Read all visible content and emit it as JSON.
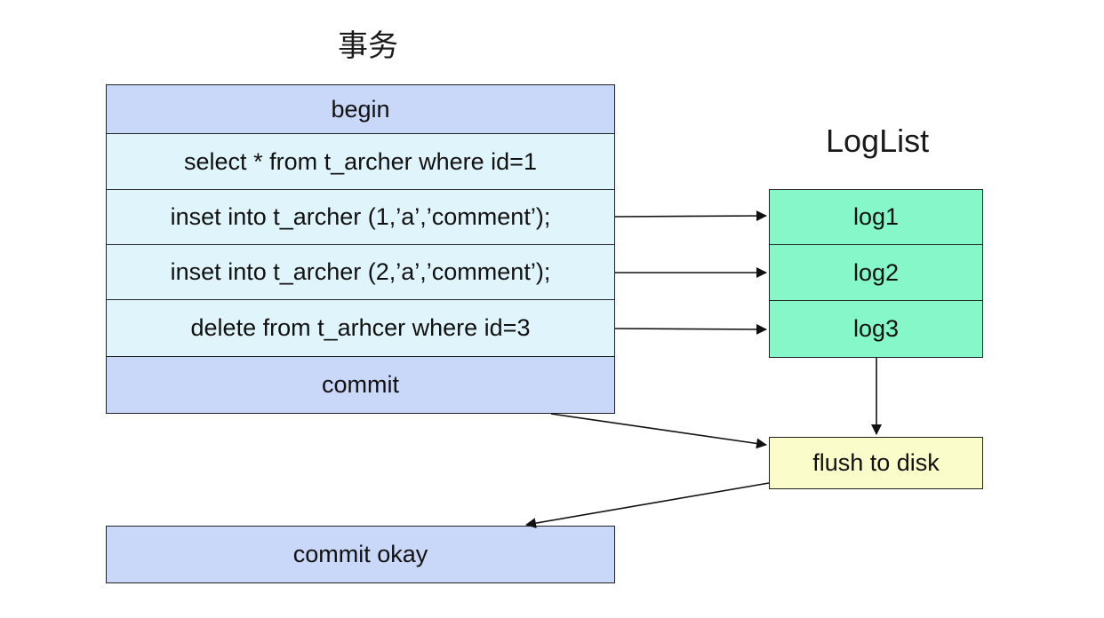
{
  "transaction": {
    "title": "事务",
    "rows": [
      "begin",
      "select * from t_archer where id=1",
      "inset into t_archer (1,’a’,’comment’);",
      "inset into t_archer (2,’a’,’comment’);",
      "delete from t_arhcer where id=3",
      "commit"
    ]
  },
  "loglist": {
    "title": "LogList",
    "items": [
      "log1",
      "log2",
      "log3"
    ]
  },
  "flush": {
    "label": "flush to disk"
  },
  "result": {
    "label": "commit okay"
  },
  "colors": {
    "header_row": "#c9d7f8",
    "statement_row": "#dff5fb",
    "log_item": "#85f7c8",
    "flush_box": "#fafcc9",
    "stroke": "#222222"
  }
}
